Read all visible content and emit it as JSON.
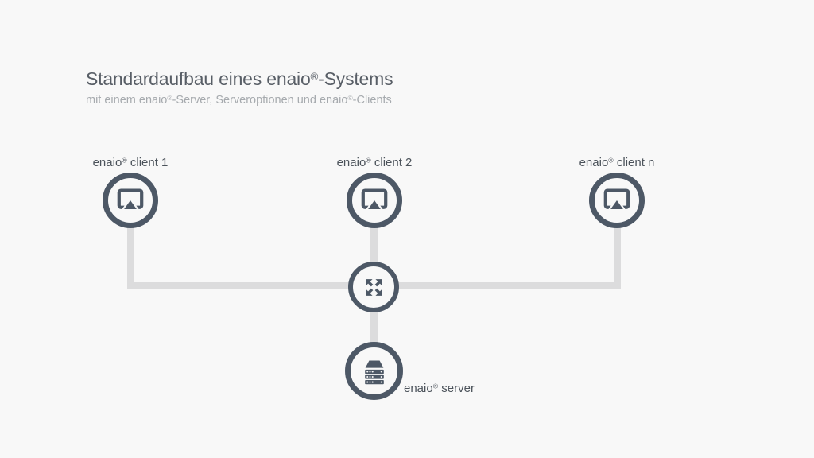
{
  "slide": {
    "background_color": "#f8f8f8",
    "accent_color": "#4d5866",
    "connector_color": "#dcdcdd",
    "title_color": "#585e66",
    "subtitle_color": "#a6aaae",
    "label_color": "#4c535b"
  },
  "header": {
    "title": {
      "pre": "Standardaufbau eines enaio",
      "sup": "®",
      "post": "-Systems"
    },
    "subtitle": {
      "seg1": "mit einem enaio",
      "sup1": "®",
      "seg2": "-Server, Serveroptionen und enaio",
      "sup2": "®",
      "seg3": "-Clients"
    }
  },
  "diagram": {
    "clients": [
      {
        "id": "client-1",
        "label_pre": "enaio",
        "label_sup": "®",
        "label_post": " client 1",
        "icon": "screen-share-icon"
      },
      {
        "id": "client-2",
        "label_pre": "enaio",
        "label_sup": "®",
        "label_post": " client 2",
        "icon": "screen-share-icon"
      },
      {
        "id": "client-n",
        "label_pre": "enaio",
        "label_sup": "®",
        "label_post": " client n",
        "icon": "screen-share-icon"
      }
    ],
    "hub": {
      "id": "hub",
      "icon": "expand-arrows-icon"
    },
    "server": {
      "id": "server",
      "label_pre": "enaio",
      "label_sup": "®",
      "label_post": " server",
      "icon": "server-stack-icon"
    }
  }
}
